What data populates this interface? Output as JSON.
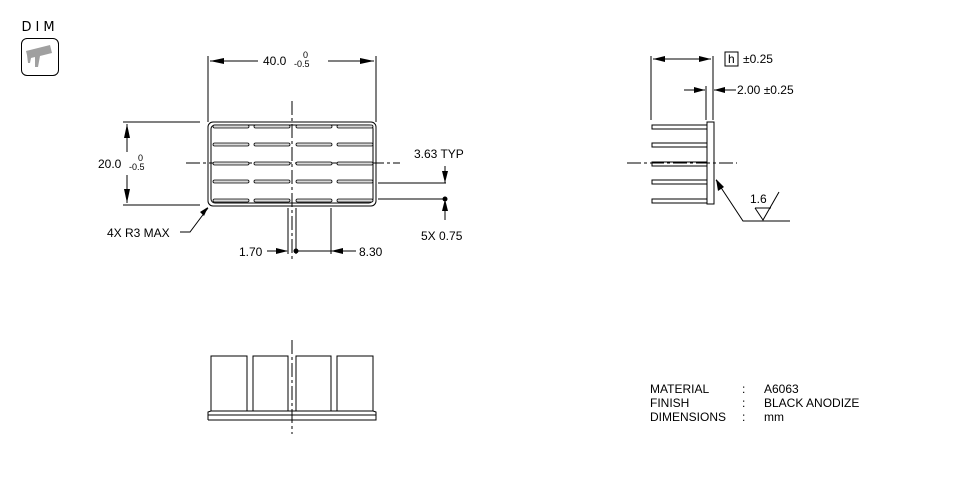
{
  "toolbar": {
    "dim_tool": {
      "label": "DIM",
      "icon": "caliper-icon",
      "icon_color": "#a0a0a0"
    }
  },
  "drawing": {
    "top_view": {
      "width_dim": {
        "nominal": "40.0",
        "upper_tol": "0",
        "lower_tol": "-0.5"
      },
      "height_dim": {
        "nominal": "20.0",
        "upper_tol": "0",
        "lower_tol": "-0.5"
      },
      "corner_note": "4X R3 MAX",
      "fin_pitch_typ": "3.63 TYP",
      "fin_thickness": "5X 0.75",
      "offset_a": "1.70",
      "offset_b": "8.30",
      "fin_rows": 5,
      "fin_columns": 4
    },
    "side_view": {
      "height_dim": {
        "symbol": "h",
        "tolerance": "±0.25"
      },
      "base_dim": "2.00 ±0.25",
      "surface_finish": "1.6"
    },
    "front_view": {
      "fin_count": 4
    },
    "notes": [
      {
        "key": "MATERIAL",
        "sep": ":",
        "value": "A6063"
      },
      {
        "key": "FINISH",
        "sep": ":",
        "value": "BLACK ANODIZE"
      },
      {
        "key": "DIMENSIONS",
        "sep": ":",
        "value": "mm"
      }
    ]
  }
}
